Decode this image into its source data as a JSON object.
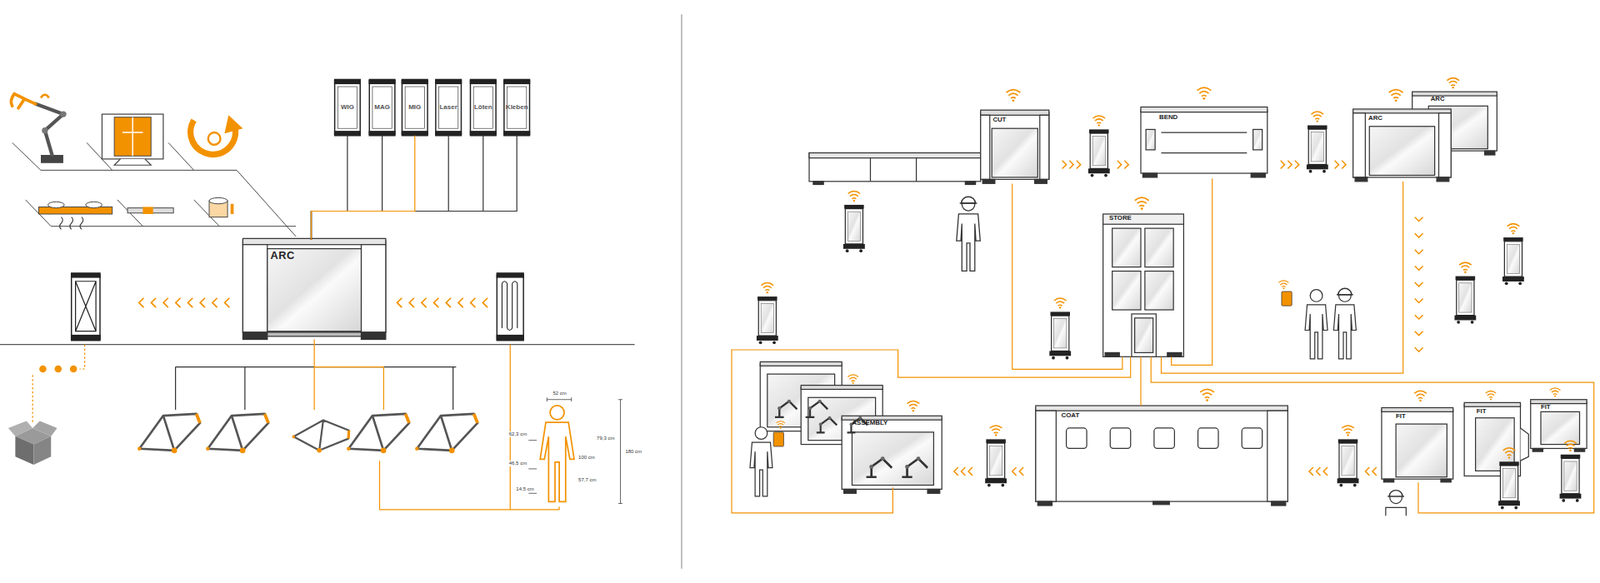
{
  "diagram": {
    "nodes": [
      {
        "text": [
          "WIG"
        ]
      },
      {
        "text": [
          "MAG"
        ]
      },
      {
        "text": [
          "MIG"
        ]
      },
      {
        "text": [
          "Laser"
        ]
      },
      {
        "text": [
          "Löten"
        ]
      },
      {
        "text": [
          "Kleben"
        ]
      },
      {
        "text": [
          "ARC"
        ]
      },
      {
        "text": [
          "CUT"
        ]
      },
      {
        "text": [
          "BEND"
        ]
      },
      {
        "text": [
          "ARC"
        ]
      },
      {
        "text": [
          "ARC"
        ]
      },
      {
        "text": [
          "STORE"
        ]
      },
      {
        "text": [
          "COAT"
        ]
      },
      {
        "text": [
          "FIT"
        ]
      },
      {
        "text": [
          "FIT"
        ]
      },
      {
        "text": [
          "FIT"
        ]
      },
      {
        "text": [
          "ASSEMBLY"
        ]
      }
    ],
    "edges": [
      {
        "from": 0,
        "to": 6,
        "arrow": "none"
      },
      {
        "from": 1,
        "to": 6,
        "arrow": "none"
      },
      {
        "from": 2,
        "to": 6,
        "arrow": "none"
      },
      {
        "from": 3,
        "to": 6,
        "arrow": "none"
      },
      {
        "from": 4,
        "to": 6,
        "arrow": "none"
      },
      {
        "from": 5,
        "to": 6,
        "arrow": "none"
      },
      {
        "from": 7,
        "to": 11,
        "arrow": "none"
      },
      {
        "from": 8,
        "to": 11,
        "arrow": "none"
      },
      {
        "from": 9,
        "to": 11,
        "arrow": "none"
      },
      {
        "from": 11,
        "to": 12,
        "arrow": "none"
      },
      {
        "from": 11,
        "to": 16,
        "arrow": "none"
      },
      {
        "from": 11,
        "to": 13,
        "arrow": "none"
      }
    ],
    "labels": [
      "52 cm",
      "62,3 cm",
      "79,3 cm",
      "100 cm",
      "180 cm",
      "46,5 cm",
      "57,7 cm",
      "14,5 cm"
    ]
  }
}
